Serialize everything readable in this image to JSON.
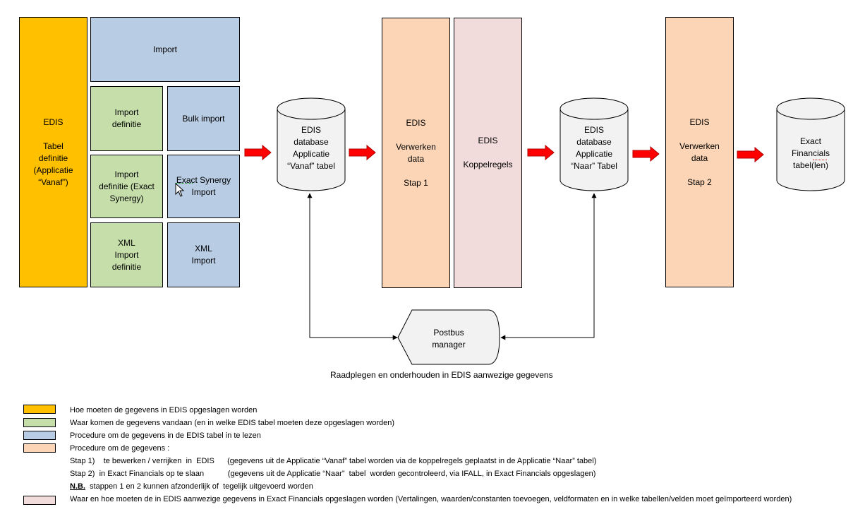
{
  "blocks": {
    "edis_tabel": "EDIS\n\nTabel\ndefinitie\n(Applicatie\n“Vanaf”)",
    "import": "Import",
    "import_definitie": "Import\ndefinitie",
    "bulk_import": "Bulk import",
    "import_definitie_exact": "Import\ndefinitie (Exact\nSynergy)",
    "exact_synergy_import": "Exact  Synergy\nImport",
    "xml_import_definitie": "XML\nImport\ndefinitie",
    "xml_import": "XML\nImport",
    "verwerken_stap1": "EDIS\n\nVerwerken\ndata\n\nStap 1",
    "koppelregels": "EDIS\n\nKoppelregels",
    "verwerken_stap2": "EDIS\n\nVerwerken\ndata\n\nStap 2",
    "postbus_manager": "Postbus\nmanager"
  },
  "cylinders": {
    "vanaf": "EDIS\ndatabase\nApplicatie\n“Vanaf” tabel",
    "naar": "EDIS\ndatabase\nApplicatie\n“Naar” Tabel",
    "exact": "Exact\nFinancials\ntabel(len)"
  },
  "caption": "Raadplegen en onderhouden in EDIS aanwezige gegevens",
  "colors": {
    "orange": "#FFC000",
    "green": "#C5DEAA",
    "blue": "#B8CCE4",
    "peach": "#FBD5B5",
    "pink": "#F2DCDB",
    "arrow": "#FF0000"
  },
  "legend": [
    {
      "color": "orange",
      "text": "Hoe moeten de gegevens in EDIS opgeslagen worden"
    },
    {
      "color": "green",
      "text": "Waar komen de gegevens vandaan (en in welke EDIS tabel moeten deze opgeslagen worden)"
    },
    {
      "color": "blue",
      "text": "Procedure om de gegevens in de EDIS tabel in te lezen"
    },
    {
      "color": "peach",
      "text": "Procedure om de gegevens :"
    },
    {
      "color": "",
      "text": "Stap 1)    te bewerken / verrijken  in  EDIS      (gegevens uit de Applicatie “Vanaf” tabel worden via de koppelregels geplaatst in de Applicatie “Naar” tabel)"
    },
    {
      "color": "",
      "text": "Stap 2)  in Exact Financials op te slaan           (gegevens uit de Applicatie “Naar”  tabel  worden gecontroleerd, via IFALL, in Exact Financials opgeslagen)"
    },
    {
      "color": "pink",
      "text": "Waar en hoe moeten de in EDIS aanwezige gegevens in Exact Financials opgeslagen worden (Vertalingen, waarden/constanten toevoegen, veldformaten en in welke tabellen/velden moet geïmporteerd worden)"
    }
  ],
  "note": {
    "label": "N.B.",
    "text": "  stappen 1 en 2 kunnen afzonderlijk of  tegelijk uitgevoerd worden"
  }
}
